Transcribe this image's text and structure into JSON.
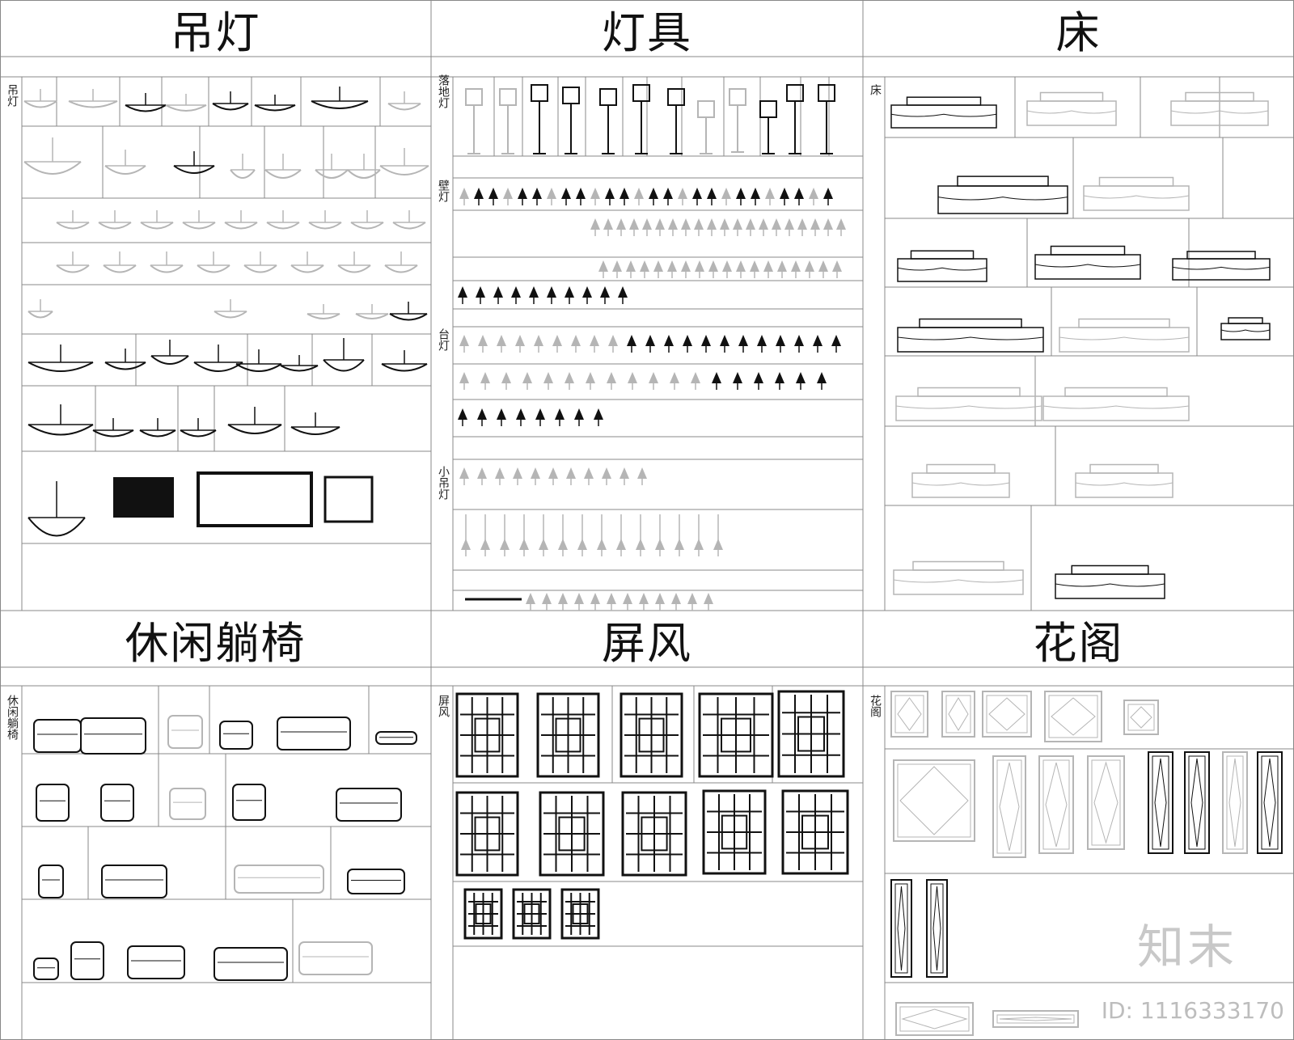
{
  "panels": [
    {
      "id": "chandeliers",
      "title": "吊灯",
      "labels": [
        "吊灯"
      ]
    },
    {
      "id": "lamps",
      "title": "灯具",
      "labels": [
        "落地灯",
        "壁灯",
        "台灯",
        "小吊灯"
      ]
    },
    {
      "id": "beds",
      "title": "床",
      "labels": [
        "床"
      ]
    },
    {
      "id": "lounge-chairs",
      "title": "休闲躺椅",
      "labels": [
        "休闲躺椅"
      ]
    },
    {
      "id": "screens",
      "title": "屏风",
      "labels": [
        "屏风"
      ]
    },
    {
      "id": "lattice",
      "title": "花阁",
      "labels": [
        "花阁"
      ]
    }
  ],
  "watermark": "知末",
  "id_text": "ID: 1116333170",
  "colors": {
    "line": "#888888",
    "dark": "#111111",
    "light": "#b5b5b5"
  }
}
